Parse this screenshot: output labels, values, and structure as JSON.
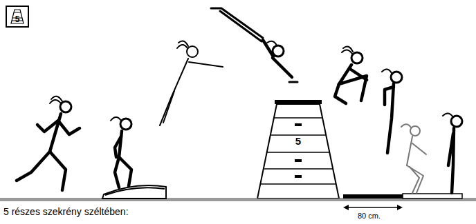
{
  "diagram": {
    "caption": "5 részes szekrény széltében:",
    "nodes": [
      {
        "text": [
          "5"
        ]
      },
      {
        "text": [
          "5"
        ]
      }
    ],
    "labels": [
      "80 cm."
    ]
  }
}
